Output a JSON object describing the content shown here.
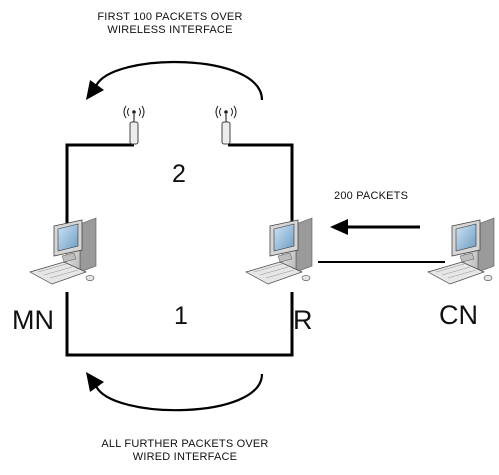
{
  "annotations": {
    "top_line1": "FIRST 100 PACKETS OVER",
    "top_line2": "WIRELESS INTERFACE",
    "bottom_line1": "ALL FURTHER PACKETS OVER",
    "bottom_line2": "WIRED INTERFACE",
    "packets": "200 PACKETS"
  },
  "nodes": {
    "mn": "MN",
    "r": "R",
    "cn": "CN"
  },
  "paths": {
    "wireless": "2",
    "wired": "1"
  },
  "icons": [
    "computer-icon",
    "antenna-icon",
    "arrow-icon"
  ]
}
